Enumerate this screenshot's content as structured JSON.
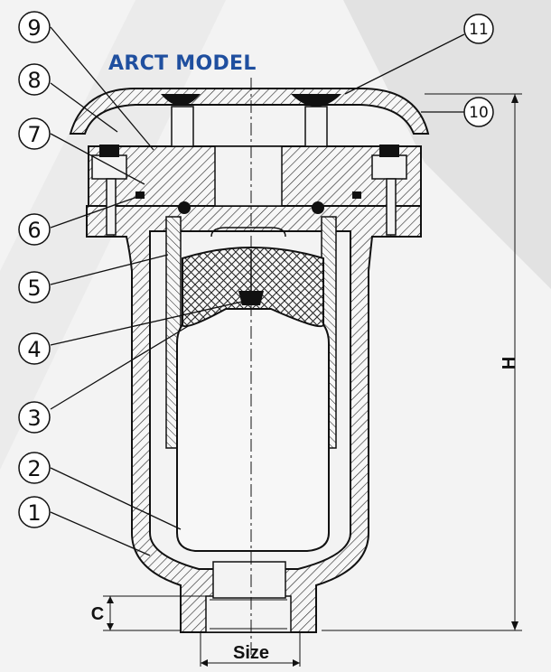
{
  "title": "ARCT MODEL",
  "callouts": [
    "1",
    "2",
    "3",
    "4",
    "5",
    "6",
    "7",
    "8",
    "9",
    "10",
    "11"
  ],
  "dimensions": {
    "height": "H",
    "c": "C",
    "size": "Size"
  },
  "colors": {
    "title": "#1f4f9f",
    "line": "#111111",
    "background": "#f3f3f3"
  }
}
